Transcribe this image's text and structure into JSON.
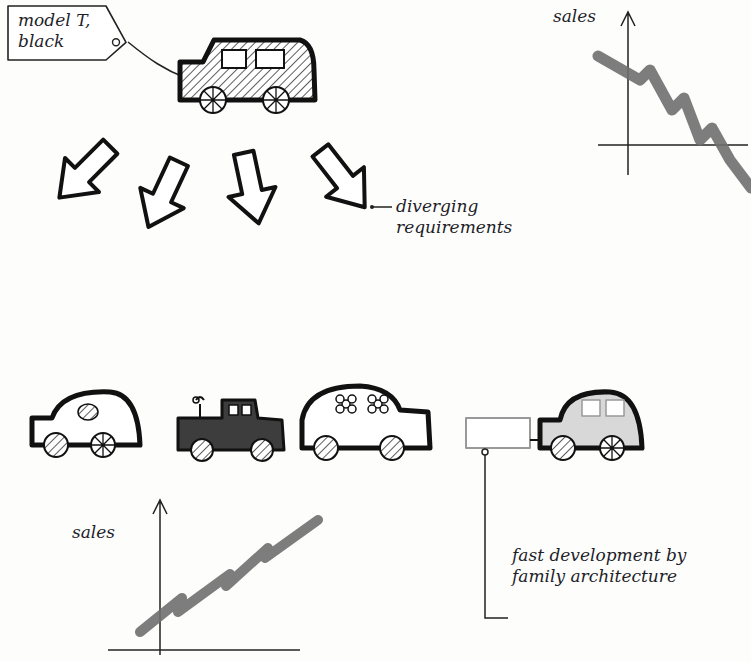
{
  "diagram": {
    "nodes": [
      {
        "text": [
          "model T, black"
        ]
      }
    ],
    "labels": [
      "sales",
      "diverging requirements",
      "sales",
      "fast development by family architecture"
    ]
  }
}
